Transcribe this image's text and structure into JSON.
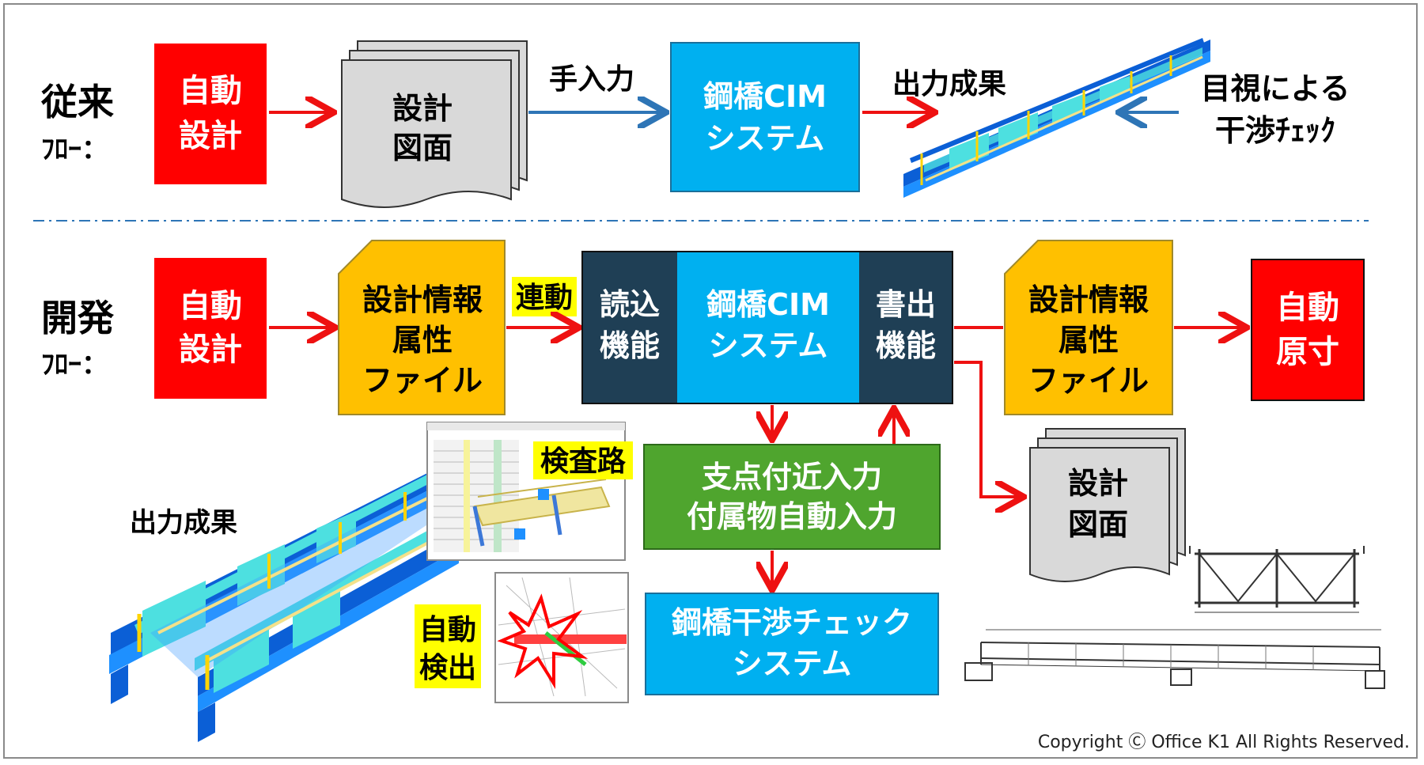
{
  "top_flow": {
    "row_label_1": "従来",
    "row_label_2": "ﾌﾛｰ：",
    "auto_design": [
      "自動",
      "設計"
    ],
    "design_drawing": [
      "設計",
      "図面"
    ],
    "manual_input": "手入力",
    "cim_system": [
      "鋼橋CIM",
      "システム"
    ],
    "output_result": "出力成果",
    "visual_check": [
      "目視による",
      "干渉ﾁｪｯｸ"
    ]
  },
  "bottom_flow": {
    "row_label_1": "開発",
    "row_label_2": "ﾌﾛｰ：",
    "auto_design": [
      "自動",
      "設計"
    ],
    "attr_file_in": [
      "設計情報",
      "属性",
      "ファイル"
    ],
    "link_label": "連動",
    "read_func": [
      "読込",
      "機能"
    ],
    "cim_system": [
      "鋼橋CIM",
      "システム"
    ],
    "write_func": [
      "書出",
      "機能"
    ],
    "attr_file_out": [
      "設計情報",
      "属性",
      "ファイル"
    ],
    "auto_scale": [
      "自動",
      "原寸"
    ],
    "support_input": [
      "支点付近入力",
      "付属物自動入力"
    ],
    "interference_system": [
      "鋼橋干渉チェック",
      "システム"
    ],
    "design_drawing": [
      "設計",
      "図面"
    ],
    "inspection_path": "検査路",
    "auto_detect": [
      "自動",
      "検出"
    ],
    "output_result": "出力成果"
  },
  "copyright": "Copyright Ⓒ Office K1 All Rights Reserved.",
  "colors": {
    "red": "#ff0000",
    "orange": "#ffc000",
    "cyan": "#00b0f0",
    "navy": "#1f3f55",
    "green": "#4fa52e",
    "gray_doc": "#d9d9d9",
    "arrow_red": "#ee1111",
    "arrow_blue": "#2e75b6",
    "highlight": "#ffff00",
    "steel_blue": "#1e90ff",
    "steel_cyan": "#4de0e0"
  }
}
